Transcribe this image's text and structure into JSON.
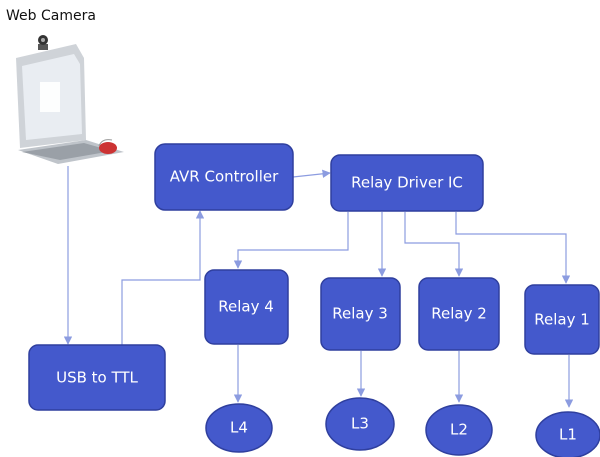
{
  "caption": "Web Camera",
  "colors": {
    "node_fill": "#4459CC",
    "node_stroke": "#2F3F9E",
    "edge": "#8C9CE0",
    "label": "#FFFFFF"
  },
  "nodes": {
    "usb": "USB to TTL",
    "avr": "AVR Controller",
    "driver": "Relay Driver IC",
    "relay4": "Relay 4",
    "relay3": "Relay 3",
    "relay2": "Relay 2",
    "relay1": "Relay 1",
    "l4": "L4",
    "l3": "L3",
    "l2": "L2",
    "l1": "L1"
  },
  "icons": {
    "webcam": "laptop-webcam-icon"
  }
}
